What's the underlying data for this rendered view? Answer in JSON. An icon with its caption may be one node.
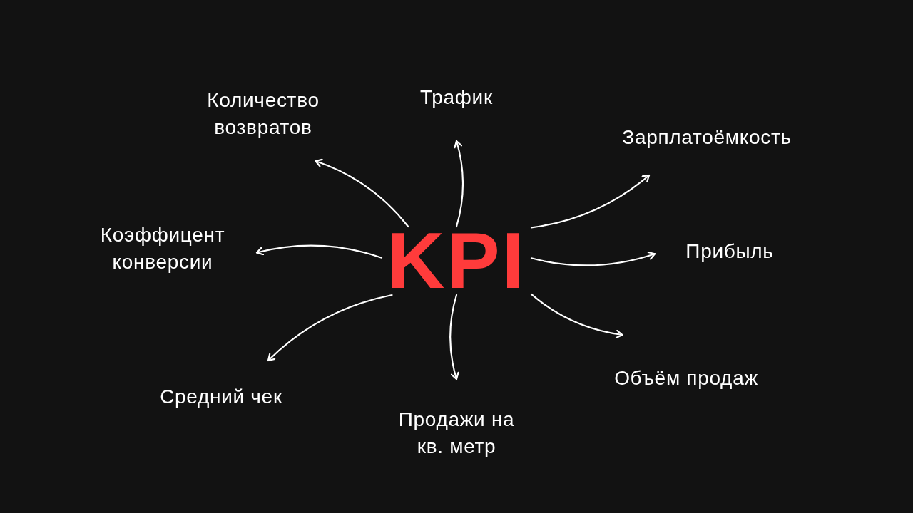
{
  "diagram": {
    "nodes": [
      {
        "text": [
          "KPI"
        ]
      },
      {
        "text": [
          "Трафик"
        ]
      },
      {
        "text": [
          "Зарплатоёмкость"
        ]
      },
      {
        "text": [
          "Прибыль"
        ]
      },
      {
        "text": [
          "Объём продаж"
        ]
      },
      {
        "text": [
          "Продажи на кв. метр"
        ]
      },
      {
        "text": [
          "Средний чек"
        ]
      },
      {
        "text": [
          "Коэффицент конверсии"
        ]
      },
      {
        "text": [
          "Количество возвратов"
        ]
      }
    ],
    "edges": [
      {
        "from": 0,
        "to": 1,
        "arrow": "to"
      },
      {
        "from": 0,
        "to": 2,
        "arrow": "to"
      },
      {
        "from": 0,
        "to": 3,
        "arrow": "to"
      },
      {
        "from": 0,
        "to": 4,
        "arrow": "to"
      },
      {
        "from": 0,
        "to": 5,
        "arrow": "to"
      },
      {
        "from": 0,
        "to": 6,
        "arrow": "to"
      },
      {
        "from": 0,
        "to": 7,
        "arrow": "to"
      },
      {
        "from": 0,
        "to": 8,
        "arrow": "to"
      }
    ]
  }
}
